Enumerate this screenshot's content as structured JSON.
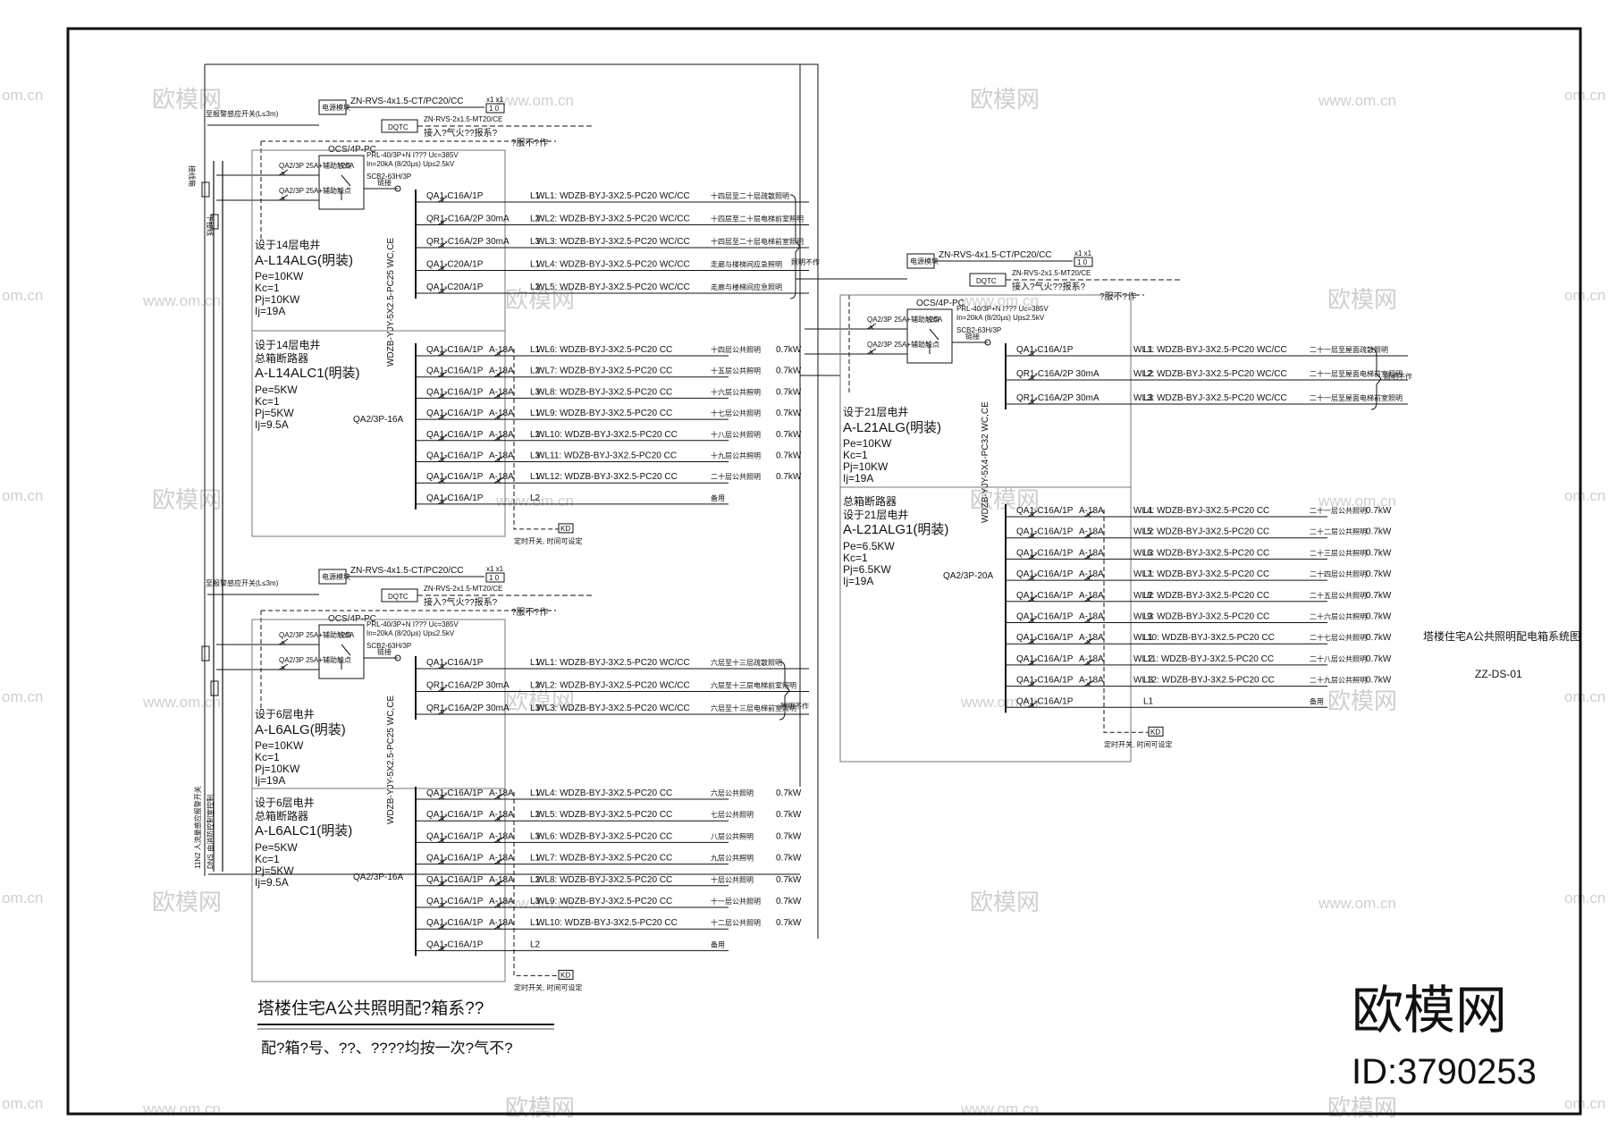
{
  "sheet": {
    "title_block": {
      "name": "塔楼住宅A公共照明配电箱系统图",
      "code": "ZZ-DS-01"
    },
    "bottom_title": "塔楼住宅A公共照明配?箱系??",
    "bottom_note": "配?箱?号、??、????均按一次?气不?",
    "stamp": {
      "brand": "欧模网",
      "id": "ID:3790253"
    },
    "watermarks": {
      "logo": "欧模网",
      "site": "www.om.cn",
      "edge_site": "om.cn"
    }
  },
  "riser": {
    "label_a": "11N2 人流量感应报警开关",
    "label_b": "DNS 由消防控制室控制",
    "top_tag_1": "接线箱",
    "top_tag_2": "下接线"
  },
  "panels": [
    {
      "id": "L14",
      "fire_note": "至报警感应开关(L≤3m)",
      "fire_box": "电源模块",
      "fire_cable": "ZN-RVS-4x1.5-CT/PC20/CC",
      "fire_tag": "x1 x1",
      "fire_counter": "1 0",
      "dqtc": "DQTC",
      "module_cable": "ZN-RVS-2x1.5-MT20/CE",
      "module_note": "接入?气火??报系?",
      "ats_note": "?服不?作",
      "qa_top": "QA2/3P 25A+辅助触点",
      "qa_bottom": "QA2/3P 25A+辅助触点",
      "ocs": "OCS/4P-PC",
      "ocs_rating": "25A",
      "feed": "链接",
      "spd": "PRL-40/3P+N I??? Uc=385V",
      "spd_b": "In=20kA (8/20μs) Up≤2.5kV",
      "rcd": "SCB2-63H/3P",
      "main_cable": "WDZB-YJY-5X2.5-PC25 WC,CE",
      "board_a": {
        "desc": "设于14层电井",
        "name": "A-L14ALG(明装)",
        "pe": "Pe=10KW",
        "kc": "Kc=1",
        "pj": "Pj=10KW",
        "ij": "Ij=19A"
      },
      "board_b": {
        "desc": "设于14层电井",
        "desc2": "总箱断路器",
        "name": "A-L14ALC1(明装)",
        "pe": "Pe=5KW",
        "kc": "Kc=1",
        "pj": "Pj=5KW",
        "ij": "Ij=9.5A",
        "breaker": "QA2/3P-16A"
      },
      "circuits_a": [
        {
          "br": "QA1-C16A/1P",
          "ph": "L1",
          "cable": "WL1: WDZB-BYJ-3X2.5-PC20 WC/CC",
          "desc": "十四层至二十层疏散照明"
        },
        {
          "br": "QR1-C16A/2P 30mA",
          "ph": "L2",
          "cable": "WL2: WDZB-BYJ-3X2.5-PC20 WC/CC",
          "desc": "十四层至二十层电梯前室照明"
        },
        {
          "br": "QR1-C16A/2P 30mA",
          "ph": "L3",
          "cable": "WL3: WDZB-BYJ-3X2.5-PC20 WC/CC",
          "desc": "十四层至二十层电梯前室照明"
        },
        {
          "br": "QA1-C20A/1P",
          "ph": "L1",
          "cable": "WL4: WDZB-BYJ-3X2.5-PC20 WC/CC",
          "desc": "走廊与楼梯间应急照明"
        },
        {
          "br": "QA1-C20A/1P",
          "ph": "L2",
          "cable": "WL5: WDZB-BYJ-3X2.5-PC20 WC/CC",
          "desc": "走廊与楼梯间应急照明"
        }
      ],
      "brace_note": "照明不作",
      "circuits_b": [
        {
          "br": "QA1-C16A/1P",
          "sw": "A-18A",
          "ph": "L1",
          "cable": "WL6: WDZB-BYJ-3X2.5-PC20 CC",
          "desc": "十四层公共照明",
          "kw": "0.7kW"
        },
        {
          "br": "QA1-C16A/1P",
          "sw": "A-18A",
          "ph": "L2",
          "cable": "WL7: WDZB-BYJ-3X2.5-PC20 CC",
          "desc": "十五层公共照明",
          "kw": "0.7kW"
        },
        {
          "br": "QA1-C16A/1P",
          "sw": "A-18A",
          "ph": "L3",
          "cable": "WL8: WDZB-BYJ-3X2.5-PC20 CC",
          "desc": "十六层公共照明",
          "kw": "0.7kW"
        },
        {
          "br": "QA1-C16A/1P",
          "sw": "A-18A",
          "ph": "L1",
          "cable": "WL9: WDZB-BYJ-3X2.5-PC20 CC",
          "desc": "十七层公共照明",
          "kw": "0.7kW"
        },
        {
          "br": "QA1-C16A/1P",
          "sw": "A-18A",
          "ph": "L2",
          "cable": "WL10: WDZB-BYJ-3X2.5-PC20 CC",
          "desc": "十八层公共照明",
          "kw": "0.7kW"
        },
        {
          "br": "QA1-C16A/1P",
          "sw": "A-18A",
          "ph": "L3",
          "cable": "WL11: WDZB-BYJ-3X2.5-PC20 CC",
          "desc": "十九层公共照明",
          "kw": "0.7kW"
        },
        {
          "br": "QA1-C16A/1P",
          "sw": "A-18A",
          "ph": "L1",
          "cable": "WL12: WDZB-BYJ-3X2.5-PC20 CC",
          "desc": "二十层公共照明",
          "kw": "0.7kW"
        },
        {
          "br": "QA1-C16A/1P",
          "sw": "",
          "ph": "L2",
          "cable": "",
          "desc": "备用",
          "kw": ""
        }
      ],
      "timer": "定时开关, 时间可设定",
      "timer_box": "KD"
    },
    {
      "id": "L6",
      "fire_note": "至报警感应开关(L≤3m)",
      "fire_box": "电源模块",
      "fire_cable": "ZN-RVS-4x1.5-CT/PC20/CC",
      "fire_tag": "x1 x1",
      "fire_counter": "1 0",
      "dqtc": "DQTC",
      "module_cable": "ZN-RVS-2x1.5-MT20/CE",
      "module_note": "接入?气火??报系?",
      "ats_note": "?服不?作",
      "qa_top": "QA2/3P 25A+辅助触点",
      "qa_bottom": "QA2/3P 25A+辅助触点",
      "ocs": "OCS/4P-PC",
      "ocs_rating": "25A",
      "feed": "链接",
      "spd": "PRL-40/3P+N I??? Uc=385V",
      "spd_b": "In=20kA (8/20μs) Up≤2.5kV",
      "rcd": "SCB2-63H/3P",
      "main_cable": "WDZB-YJY-5X2.5-PC25 WC,CE",
      "board_a": {
        "desc": "设于6层电井",
        "name": "A-L6ALG(明装)",
        "pe": "Pe=10KW",
        "kc": "Kc=1",
        "pj": "Pj=10KW",
        "ij": "Ij=19A"
      },
      "board_b": {
        "desc": "设于6层电井",
        "desc2": "总箱断路器",
        "name": "A-L6ALC1(明装)",
        "pe": "Pe=5KW",
        "kc": "Kc=1",
        "pj": "Pj=5KW",
        "ij": "Ij=9.5A",
        "breaker": "QA2/3P-16A"
      },
      "circuits_a": [
        {
          "br": "QA1-C16A/1P",
          "ph": "L1",
          "cable": "WL1: WDZB-BYJ-3X2.5-PC20 WC/CC",
          "desc": "六层至十三层疏散照明"
        },
        {
          "br": "QR1-C16A/2P 30mA",
          "ph": "L2",
          "cable": "WL2: WDZB-BYJ-3X2.5-PC20 WC/CC",
          "desc": "六层至十三层电梯前室照明"
        },
        {
          "br": "QR1-C16A/2P 30mA",
          "ph": "L3",
          "cable": "WL3: WDZB-BYJ-3X2.5-PC20 WC/CC",
          "desc": "六层至十三层电梯前室照明"
        }
      ],
      "brace_note": "照明不作",
      "circuits_b": [
        {
          "br": "QA1-C16A/1P",
          "sw": "A-18A",
          "ph": "L1",
          "cable": "WL4: WDZB-BYJ-3X2.5-PC20 CC",
          "desc": "六层公共照明",
          "kw": "0.7kW"
        },
        {
          "br": "QA1-C16A/1P",
          "sw": "A-18A",
          "ph": "L2",
          "cable": "WL5: WDZB-BYJ-3X2.5-PC20 CC",
          "desc": "七层公共照明",
          "kw": "0.7kW"
        },
        {
          "br": "QA1-C16A/1P",
          "sw": "A-18A",
          "ph": "L3",
          "cable": "WL6: WDZB-BYJ-3X2.5-PC20 CC",
          "desc": "八层公共照明",
          "kw": "0.7kW"
        },
        {
          "br": "QA1-C16A/1P",
          "sw": "A-18A",
          "ph": "L1",
          "cable": "WL7: WDZB-BYJ-3X2.5-PC20 CC",
          "desc": "九层公共照明",
          "kw": "0.7kW"
        },
        {
          "br": "QA1-C16A/1P",
          "sw": "A-18A",
          "ph": "L2",
          "cable": "WL8: WDZB-BYJ-3X2.5-PC20 CC",
          "desc": "十层公共照明",
          "kw": "0.7kW"
        },
        {
          "br": "QA1-C16A/1P",
          "sw": "A-18A",
          "ph": "L3",
          "cable": "WL9: WDZB-BYJ-3X2.5-PC20 CC",
          "desc": "十一层公共照明",
          "kw": "0.7kW"
        },
        {
          "br": "QA1-C16A/1P",
          "sw": "A-18A",
          "ph": "L1",
          "cable": "WL10: WDZB-BYJ-3X2.5-PC20 CC",
          "desc": "十二层公共照明",
          "kw": "0.7kW"
        },
        {
          "br": "QA1-C16A/1P",
          "sw": "",
          "ph": "L2",
          "cable": "",
          "desc": "备用",
          "kw": ""
        }
      ],
      "timer": "定时开关, 时间可设定",
      "timer_box": "KD"
    },
    {
      "id": "L21",
      "fire_note": "",
      "fire_box": "电源模块",
      "fire_cable": "ZN-RVS-4x1.5-CT/PC20/CC",
      "fire_tag": "x1 x1",
      "fire_counter": "1 0",
      "dqtc": "DQTC",
      "module_cable": "ZN-RVS-2x1.5-MT20/CE",
      "module_note": "接入?气火??报系?",
      "ats_note": "?服不?作",
      "qa_top": "QA2/3P 25A+辅助触点",
      "qa_bottom": "QA2/3P 25A+辅助触点",
      "ocs": "OCS/4P-PC",
      "ocs_rating": "25A",
      "feed": "链接",
      "spd": "PRL-40/3P+N I??? Uc=385V",
      "spd_b": "In=20kA (8/20μs) Up≤2.5kV",
      "rcd": "SCB2-63H/3P",
      "main_cable": "WDZB-YJY-5X4-PC32 WC,CE",
      "board_a": {
        "desc": "设于21层电井",
        "name": "A-L21ALG(明装)",
        "pe": "Pe=10KW",
        "kc": "Kc=1",
        "pj": "Pj=10KW",
        "ij": "Ij=19A"
      },
      "board_b": {
        "desc": "总箱断路器",
        "desc2": "设于21层电井",
        "name": "A-L21ALG1(明装)",
        "pe": "Pe=6.5KW",
        "kc": "Kc=1",
        "pj": "Pj=6.5KW",
        "ij": "Ij=19A",
        "breaker": "QA2/3P-20A"
      },
      "circuits_a": [
        {
          "br": "QA1-C16A/1P",
          "ph": "L1",
          "cable": "WL1: WDZB-BYJ-3X2.5-PC20 WC/CC",
          "desc": "二十一层至屋面疏散照明"
        },
        {
          "br": "QR1-C16A/2P 30mA",
          "ph": "L2",
          "cable": "WL2: WDZB-BYJ-3X2.5-PC20 WC/CC",
          "desc": "二十一层至屋面电梯前室照明"
        },
        {
          "br": "QR1-C16A/2P 30mA",
          "ph": "L3",
          "cable": "WL3: WDZB-BYJ-3X2.5-PC20 WC/CC",
          "desc": "二十一层至屋面电梯前室照明"
        }
      ],
      "brace_note": "照明不作",
      "circuits_b": [
        {
          "br": "QA1-C16A/1P",
          "sw": "A-18A",
          "ph": "L1",
          "cable": "WL4: WDZB-BYJ-3X2.5-PC20 CC",
          "desc": "二十一层公共照明",
          "kw": "0.7kW"
        },
        {
          "br": "QA1-C16A/1P",
          "sw": "A-18A",
          "ph": "L2",
          "cable": "WL5: WDZB-BYJ-3X2.5-PC20 CC",
          "desc": "二十二层公共照明",
          "kw": "0.7kW"
        },
        {
          "br": "QA1-C16A/1P",
          "sw": "A-18A",
          "ph": "L3",
          "cable": "WL6: WDZB-BYJ-3X2.5-PC20 CC",
          "desc": "二十三层公共照明",
          "kw": "0.7kW"
        },
        {
          "br": "QA1-C16A/1P",
          "sw": "A-18A",
          "ph": "L1",
          "cable": "WL7: WDZB-BYJ-3X2.5-PC20 CC",
          "desc": "二十四层公共照明",
          "kw": "0.7kW"
        },
        {
          "br": "QA1-C16A/1P",
          "sw": "A-18A",
          "ph": "L2",
          "cable": "WL8: WDZB-BYJ-3X2.5-PC20 CC",
          "desc": "二十五层公共照明",
          "kw": "0.7kW"
        },
        {
          "br": "QA1-C16A/1P",
          "sw": "A-18A",
          "ph": "L3",
          "cable": "WL9: WDZB-BYJ-3X2.5-PC20 CC",
          "desc": "二十六层公共照明",
          "kw": "0.7kW"
        },
        {
          "br": "QA1-C16A/1P",
          "sw": "A-18A",
          "ph": "L1",
          "cable": "WL10: WDZB-BYJ-3X2.5-PC20 CC",
          "desc": "二十七层公共照明",
          "kw": "0.7kW"
        },
        {
          "br": "QA1-C16A/1P",
          "sw": "A-18A",
          "ph": "L2",
          "cable": "WL11: WDZB-BYJ-3X2.5-PC20 CC",
          "desc": "二十八层公共照明",
          "kw": "0.7kW"
        },
        {
          "br": "QA1-C16A/1P",
          "sw": "A-18A",
          "ph": "L3",
          "cable": "WL12: WDZB-BYJ-3X2.5-PC20 CC",
          "desc": "二十九层公共照明",
          "kw": "0.7kW"
        },
        {
          "br": "QA1-C16A/1P",
          "sw": "",
          "ph": "L1",
          "cable": "",
          "desc": "备用",
          "kw": ""
        }
      ],
      "timer": "定时开关, 时间可设定",
      "timer_box": "KD"
    }
  ]
}
